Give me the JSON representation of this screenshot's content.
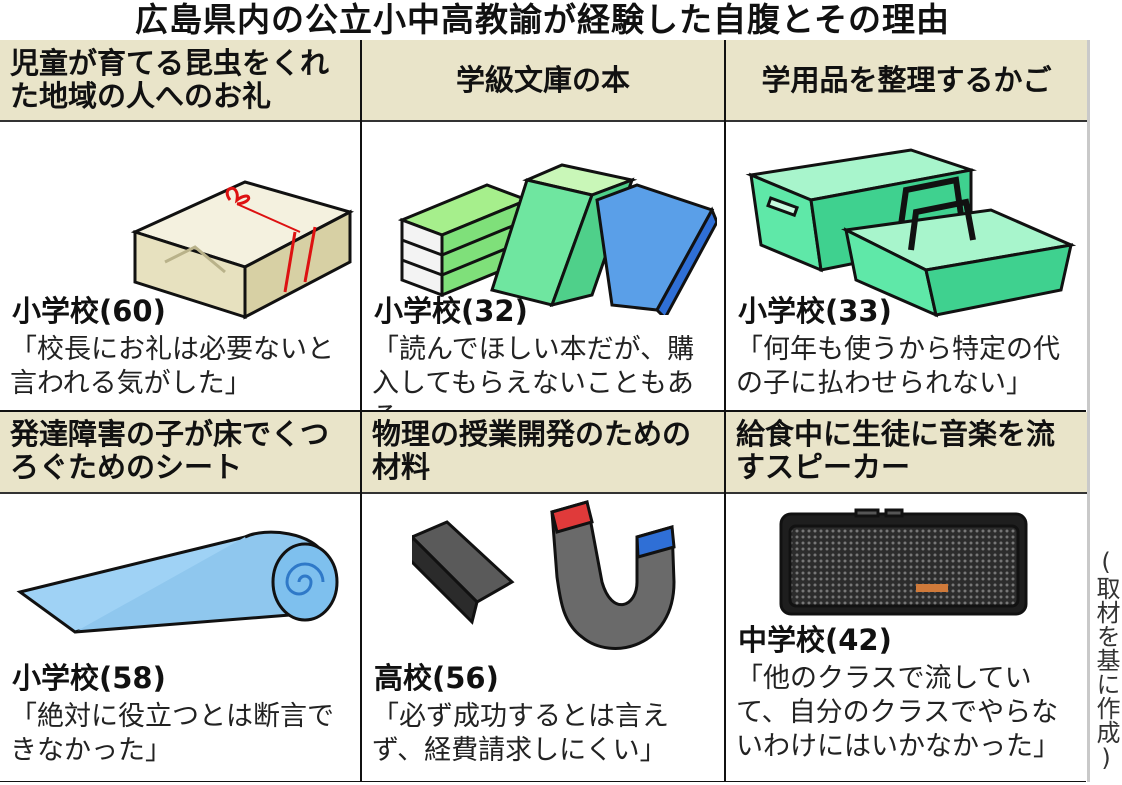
{
  "title": "広島県内の公立小中高教諭が経験した自腹とその理由",
  "items": [
    {
      "heading": "児童が育てる昆虫をくれた地域の人へのお礼",
      "school": "小学校(60)",
      "reason": "「校長にお礼は必要ないと言われる気がした」",
      "icon": "gift-box-icon"
    },
    {
      "heading": "学級文庫の本",
      "school": "小学校(32)",
      "reason": "「読んでほしい本だが、購入してもらえないこともある」",
      "icon": "books-icon"
    },
    {
      "heading": "学用品を整理するかご",
      "school": "小学校(33)",
      "reason": "「何年も使うから特定の代の子に払わせられない」",
      "icon": "baskets-icon"
    },
    {
      "heading": "発達障害の子が床でくつろぐためのシート",
      "school": "小学校(58)",
      "reason": "「絶対に役立つとは断言できなかった」",
      "icon": "rolled-mat-icon"
    },
    {
      "heading": "物理の授業開発のための材料",
      "school": "高校(56)",
      "reason": "「必ず成功するとは言えず、経費請求しにくい」",
      "icon": "magnet-icon"
    },
    {
      "heading": "給食中に生徒に音楽を流すスピーカー",
      "school": "中学校(42)",
      "reason": "「他のクラスで流していて、自分のクラスでやらないわけにはいかなかった」",
      "icon": "speaker-icon"
    }
  ],
  "source_note": "(取材を基に作成)",
  "colors": {
    "header_bg": "#e9e4c9",
    "book_green": "#7fe07a",
    "book_blue": "#4a8fe0",
    "basket_green": "#5fe8a8",
    "mat_blue": "#8fc7ee",
    "magnet_red": "#e03a3a",
    "magnet_blue": "#2f6fd6"
  }
}
